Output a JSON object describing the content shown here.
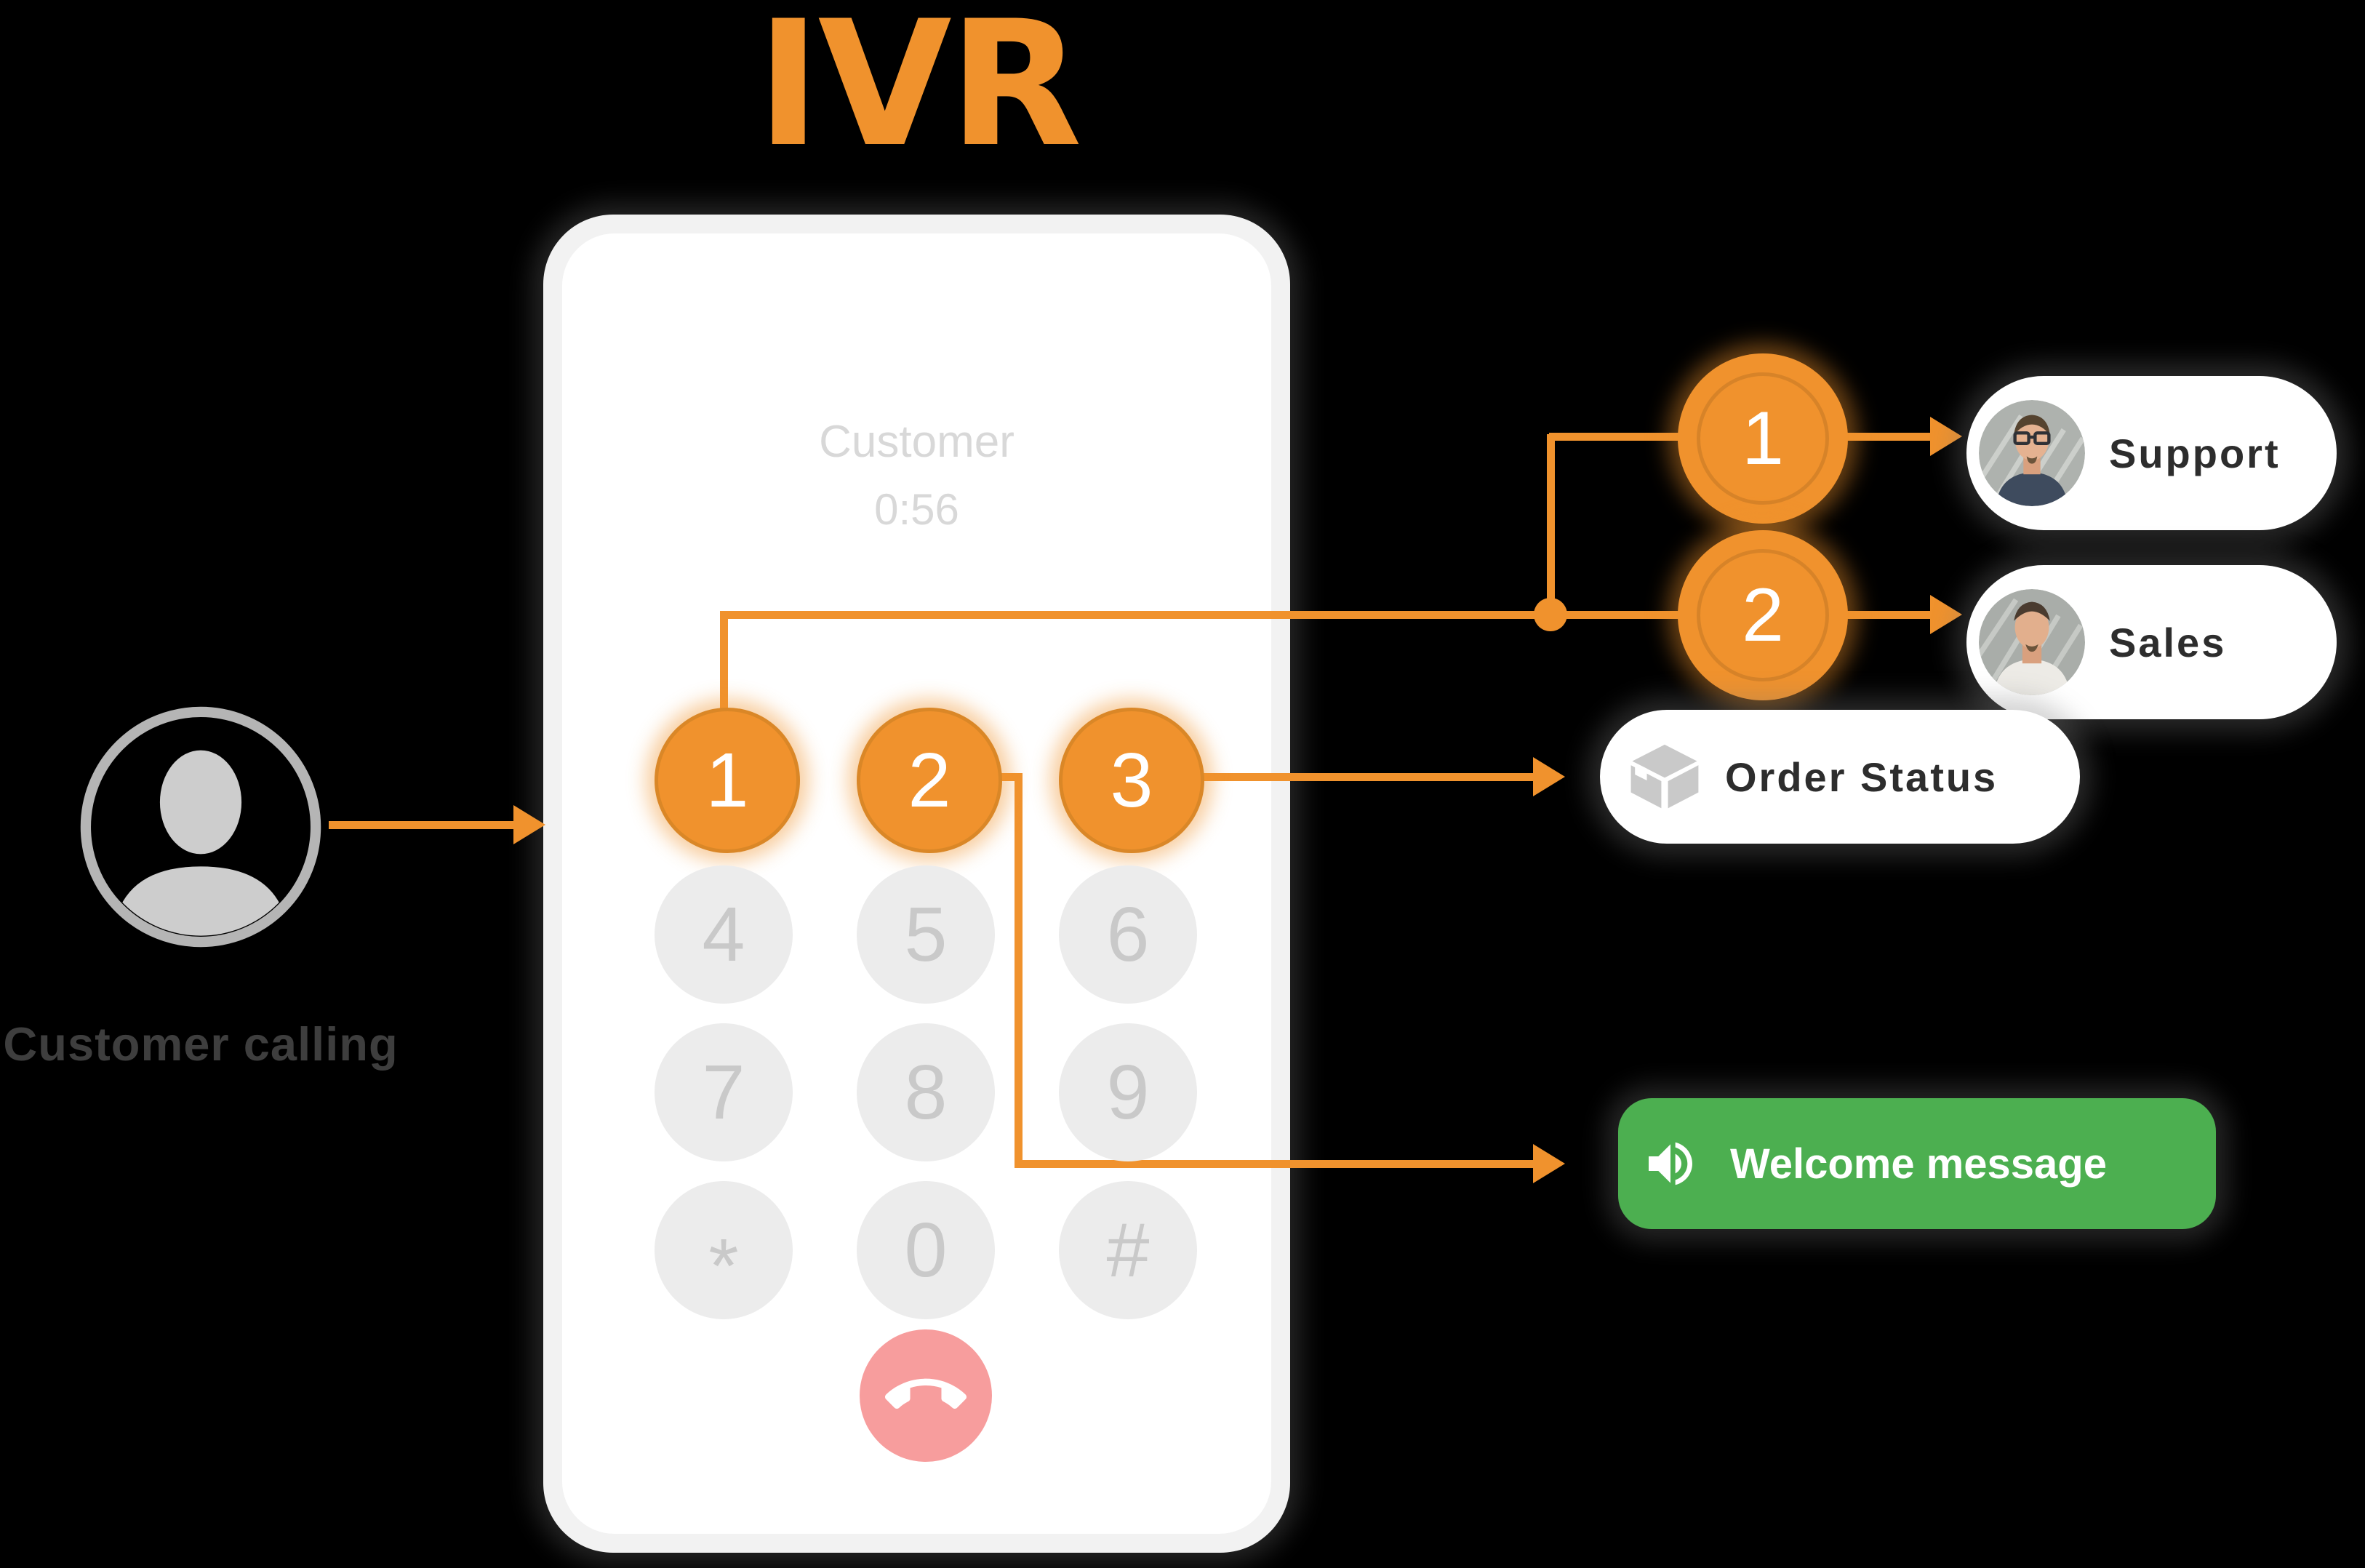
{
  "title": "IVR",
  "caller": {
    "label": "Customer calling"
  },
  "phone": {
    "caller_name": "Customer",
    "call_timer": "0:56",
    "keys": [
      "1",
      "2",
      "3",
      "4",
      "5",
      "6",
      "7",
      "8",
      "9",
      "*",
      "0",
      "#"
    ],
    "active_keys": [
      "1",
      "2",
      "3"
    ]
  },
  "menu": {
    "badge_1": "1",
    "badge_2": "2"
  },
  "destinations": {
    "support": "Support",
    "sales": "Sales",
    "order_status": "Order Status",
    "welcome_message": "Welcome message"
  },
  "icons": {
    "caller": "person-icon",
    "support": "support-agent-avatar",
    "sales": "sales-agent-avatar",
    "order_status": "package-icon",
    "welcome_message": "speaker-icon",
    "hangup": "call-end-icon"
  },
  "colors": {
    "accent_orange": "#F0922D",
    "welcome_green": "#4CAF50",
    "hangup_pink": "#F79D9D",
    "pill_text": "#2D2D2D",
    "inactive_key_bg": "#ECECEC",
    "inactive_key_text": "#C9C9C9",
    "display_text": "#D8D8D8",
    "caller_label_text": "#3E3E3E",
    "background": "#000000"
  }
}
